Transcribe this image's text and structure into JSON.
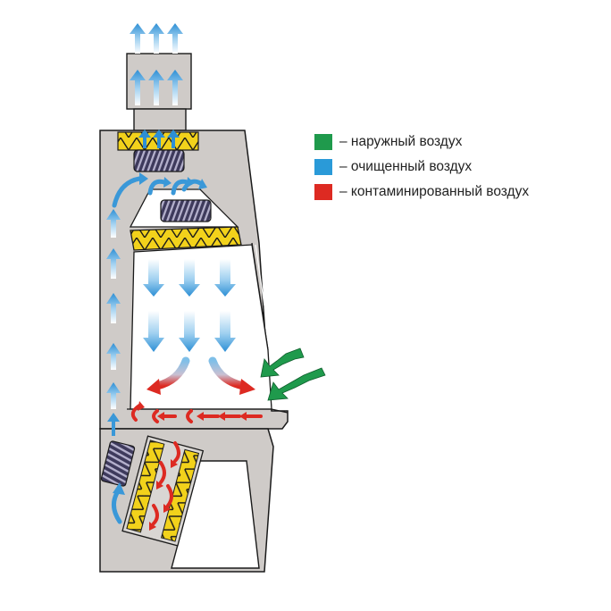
{
  "colors": {
    "cabinet": "#cfcbc8",
    "cabinet_stroke": "#1a1a1a",
    "filter_yellow": "#f2d21b",
    "fan_dark": "#3e3a5c",
    "blue_arrow": "#3a98d8",
    "red_arrow": "#dd2a22",
    "green_arrow": "#1f9a4c"
  },
  "legend": {
    "items": [
      {
        "label": "– наружный воздух",
        "color": "#1f9a4c"
      },
      {
        "label": "– очищенный воздух",
        "color": "#2a9ad8"
      },
      {
        "label": "– контаминированный воздух",
        "color": "#dd2a22"
      }
    ]
  },
  "icons": {
    "fan": "fan-icon",
    "hepa_filter": "hepa-filter-icon"
  }
}
